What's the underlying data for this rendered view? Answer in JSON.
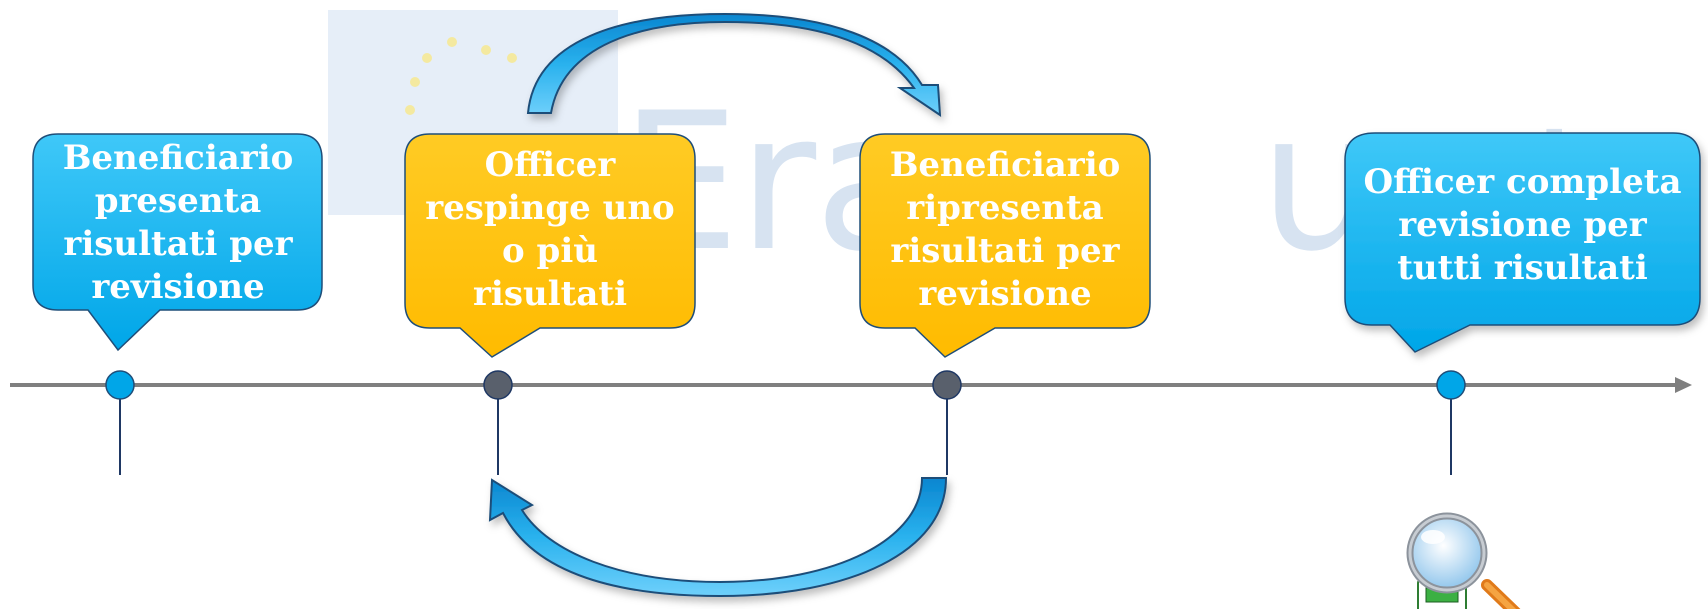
{
  "background": {
    "logo_word": "Eras",
    "logo_word_tail": "us+"
  },
  "colors": {
    "blue": "#00b0f0",
    "orange": "#ffc000",
    "axis": "#7f7f7f",
    "arrow": "#1fa6e4"
  },
  "timeline": {
    "steps": [
      {
        "label": "Beneficiario presenta risultati per revisione",
        "lines": [
          "Beneficiario",
          "presenta",
          "risultati per",
          "revisione"
        ],
        "color": "blue"
      },
      {
        "label": "Officer respinge uno o più risultati",
        "lines": [
          "Officer",
          "respinge uno",
          "o più",
          "risultati"
        ],
        "color": "orange"
      },
      {
        "label": "Beneficiario ripresenta risultati per revisione",
        "lines": [
          "Beneficiario",
          "ripresenta",
          "risultati per",
          "revisione"
        ],
        "color": "orange"
      },
      {
        "label": "Officer completa revisione per tutti risultati",
        "lines": [
          "Officer completa",
          "revisione per",
          "tutti risultati"
        ],
        "color": "blue"
      }
    ],
    "end_icon": "magnifier-document-icon"
  }
}
